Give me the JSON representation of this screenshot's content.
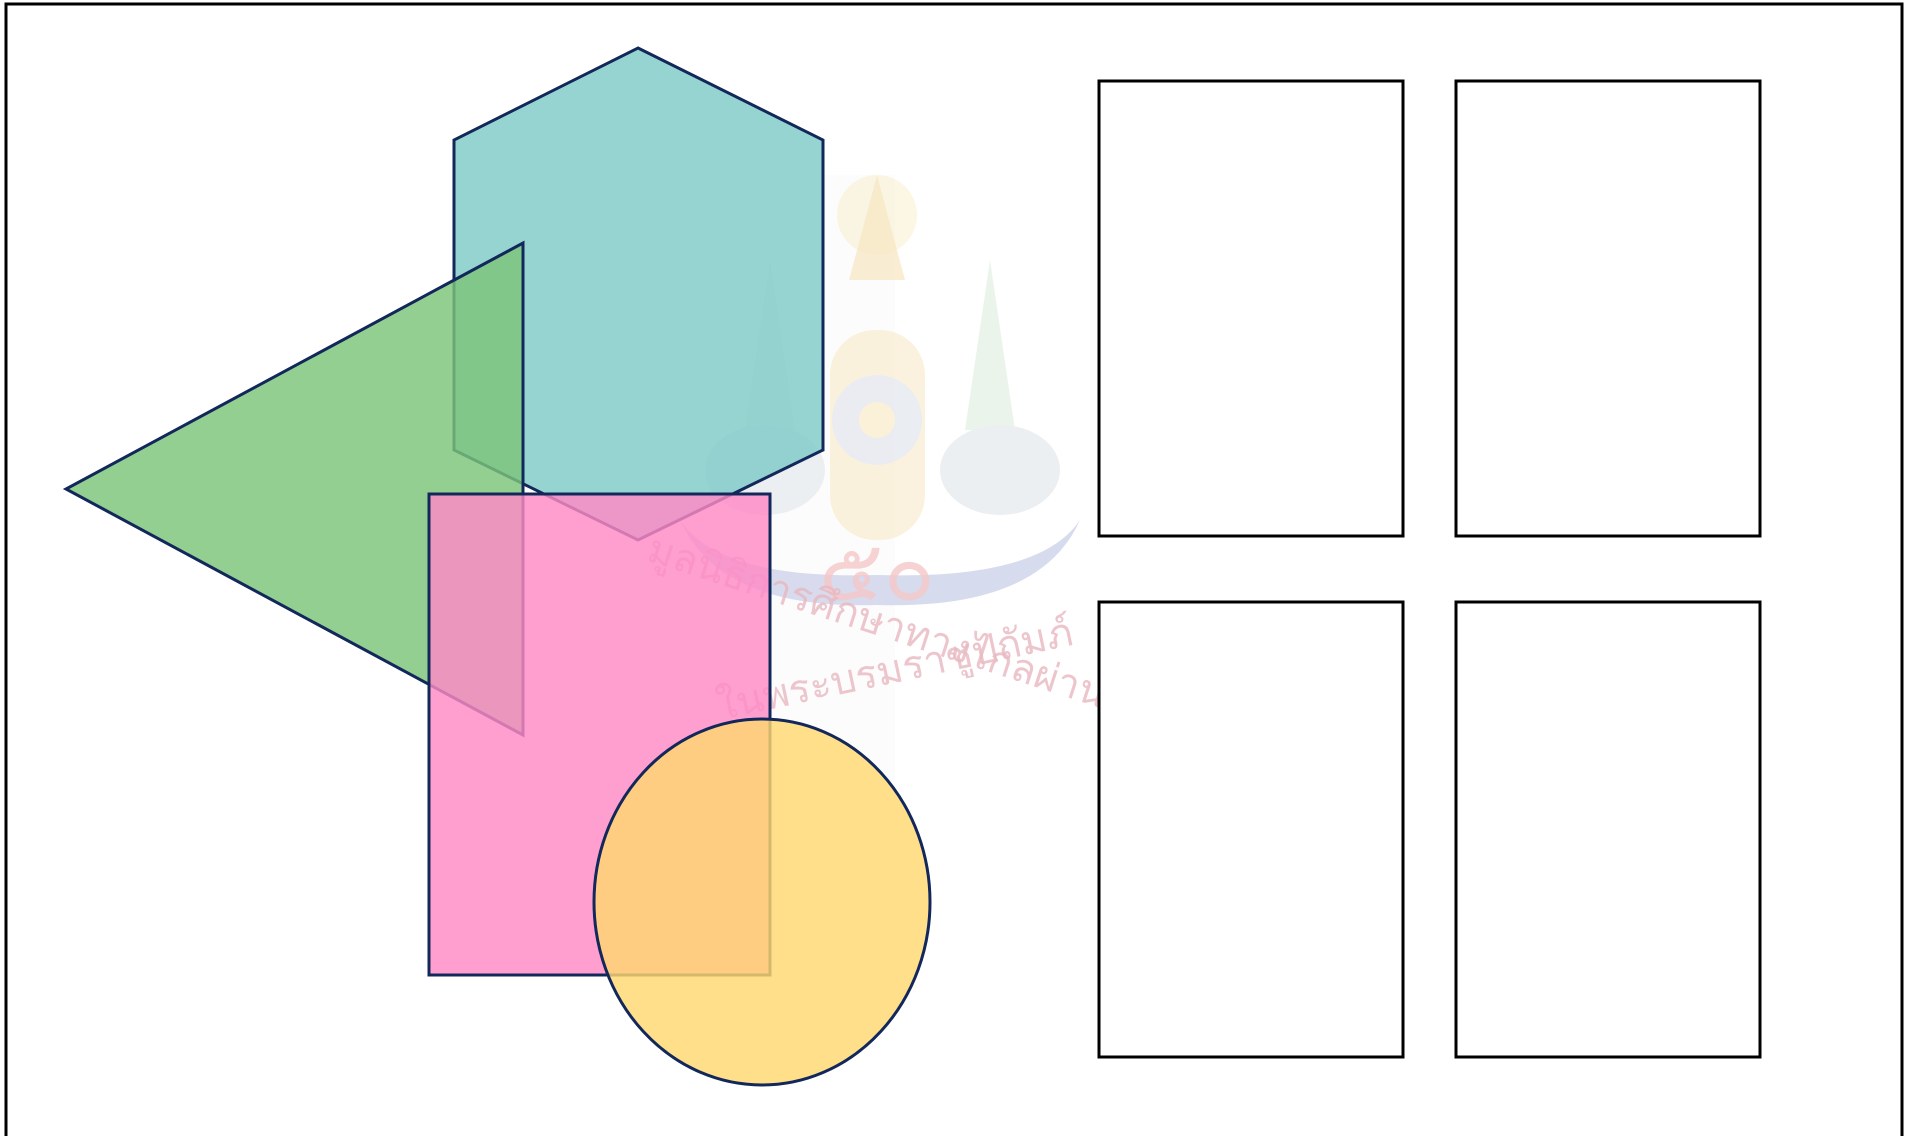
{
  "worksheet": {
    "border_color": "#000000",
    "background_color": "#ffffff"
  },
  "shapes": [
    {
      "name": "hexagon",
      "fill_color": "#7fcac8",
      "stroke_color": "#13285a"
    },
    {
      "name": "triangle",
      "fill_color": "#7cc47a",
      "stroke_color": "#13285a"
    },
    {
      "name": "rectangle",
      "fill_color": "#ff8ac6",
      "stroke_color": "#13285a"
    },
    {
      "name": "circle",
      "fill_color": "#ffd870",
      "stroke_color": "#13285a"
    }
  ],
  "answer_boxes": {
    "count": 4,
    "stroke_color": "#000000",
    "fill_color": "#ffffff"
  },
  "watermark": {
    "line1": "มูลนิธิการศึกษาทางไกลผ่านดาวเทียม",
    "line2": "ในพระบรมราชูปถัมภ์",
    "emblem_number": "๕๐",
    "color": "#e0a0b0",
    "accent": "#e8c060"
  }
}
